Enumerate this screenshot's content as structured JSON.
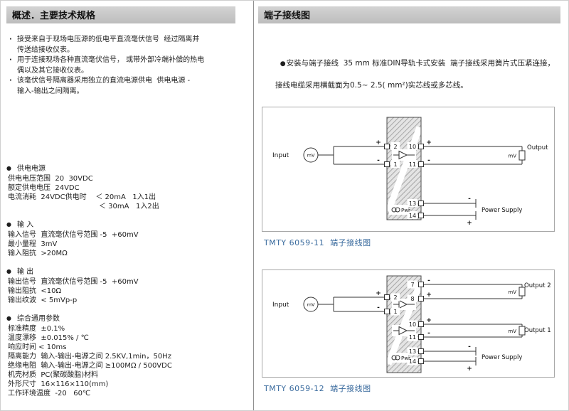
{
  "colors": {
    "header_bar": "#c8c8c8",
    "caption_blue": "#3a6b9e",
    "body_text": "#1f1f1f",
    "wire": "#333333"
  },
  "left": {
    "header": "概述．主要技术规格",
    "marker": "·",
    "section_marker": "●",
    "bullets": [
      "接受来自于现场电压源的低电平直流毫伏信号  经过隔离并\n传送给接收仪表。",
      "用于连接现场各种直流毫伏信号， 或带外部冷端补偿的热电\n偶以及其它接收仪表。",
      "该毫伏信号隔离器采用独立的直流电源供电  供电电源 -\n输入-输出之间隔离。"
    ],
    "sections": [
      {
        "title": "供电电源",
        "lines": [
          "供电电压范围  20  30VDC",
          "额定供电电压  24VDC",
          "电流消耗  24VDC供电时    ＜ 20mA   1入1出"
        ],
        "indent_line": "＜ 30mA   1入2出"
      },
      {
        "title": "输 入",
        "lines": [
          "输入信号  直流毫伏信号范围 -5  +60mV",
          "最小量程  3mV",
          "输入阻抗  >20MΩ"
        ]
      },
      {
        "title": "输 出",
        "lines": [
          "输出信号  直流毫伏信号范围 -5  +60mV",
          "输出阻抗  <10Ω",
          "输出纹波  < 5mVp-p"
        ]
      },
      {
        "title": "综合通用参数",
        "lines": [
          "标准精度  ±0.1%",
          "温度漂移  ±0.015% / ℃",
          "响应时间 < 10ms",
          "隔离能力  输入-输出-电源之间 2.5KV,1min，50Hz",
          "绝缘电阻  输入-输出-电源之间 ≥100MΩ / 500VDC",
          "机壳材质  PC(聚碳酸脂)材料",
          "外形尺寸  16×116×110(mm)",
          "工作环境温度  -20   60℃"
        ]
      }
    ]
  },
  "right": {
    "header": "端子接线图",
    "marker": "●",
    "note": {
      "line1": "安装与端子接线  35 mm 标准DIN导轨卡式安装  端子接线采用簧片式压紧连接，",
      "line2": "接线电缆采用横截面为0.5~ 2.5( mm²)实芯线或多芯线。"
    },
    "diagram1": {
      "caption": "TMTY 6059-11  端子接线图",
      "input_label": "Input",
      "source_label": "mV",
      "output_label": "Output",
      "load_label": "mV",
      "power_label": "Power Supply",
      "pwr_label": "Pwr",
      "terminals": {
        "in_top": {
          "num": "2",
          "sign": "+"
        },
        "in_bot": {
          "num": "1",
          "sign": "-"
        },
        "out_top": {
          "num": "10",
          "sign": "+"
        },
        "out_bot": {
          "num": "11",
          "sign": "-"
        },
        "pwr_top": {
          "num": "13",
          "sign": "-"
        },
        "pwr_bot": {
          "num": "14",
          "sign": "+"
        }
      }
    },
    "diagram2": {
      "caption": "TMTY 6059-12  端子接线图",
      "input_label": "Input",
      "source_label": "mV",
      "output2_label": "Output 2",
      "output1_label": "Output 1",
      "load2_label": "mV",
      "load1_label": "mV",
      "power_label": "Power Supply",
      "pwr_label": "Pwr",
      "terminals": {
        "in_top": {
          "num": "2",
          "sign": "+"
        },
        "in_bot": {
          "num": "1",
          "sign": "-"
        },
        "out2_top": {
          "num": "7",
          "sign": "-"
        },
        "out2_bot": {
          "num": "8",
          "sign": "+"
        },
        "out1_top": {
          "num": "10",
          "sign": "+"
        },
        "out1_bot": {
          "num": "11",
          "sign": "-"
        },
        "pwr_top": {
          "num": "13",
          "sign": "-"
        },
        "pwr_bot": {
          "num": "14",
          "sign": "+"
        }
      }
    }
  }
}
